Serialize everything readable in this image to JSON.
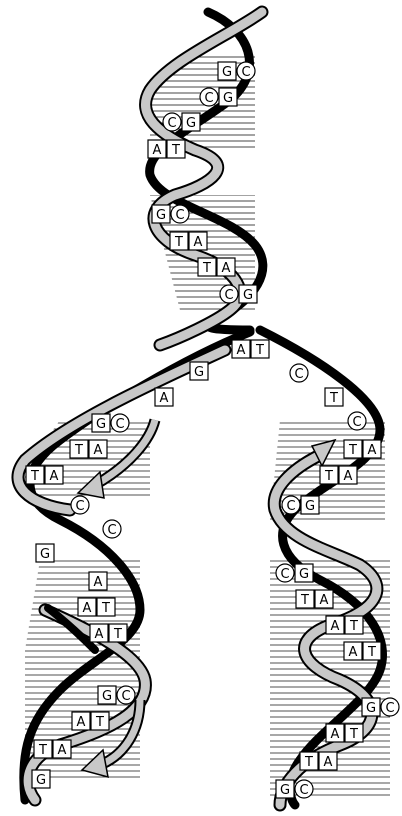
{
  "diagram": {
    "parent_pairs": [
      {
        "l": "G",
        "r": "C"
      },
      {
        "l": "C",
        "r": "G"
      },
      {
        "l": "C",
        "r": "G"
      },
      {
        "l": "A",
        "r": "T"
      },
      {
        "l": "G",
        "r": "C"
      },
      {
        "l": "T",
        "r": "A"
      },
      {
        "l": "T",
        "r": "A"
      },
      {
        "l": "C",
        "r": "G"
      },
      {
        "l": "A",
        "r": "T"
      }
    ],
    "fork_left_bases": [
      "G",
      "A"
    ],
    "fork_right_bases": [
      "C",
      "T",
      "C"
    ],
    "left_pairs": [
      {
        "l": "G",
        "r": "C"
      },
      {
        "l": "T",
        "r": "A"
      },
      {
        "l": "T",
        "r": "A"
      },
      {
        "l": "",
        "r": "C"
      },
      {
        "l": "",
        "r": "C"
      },
      {
        "l": "G",
        "r": ""
      },
      {
        "l": "",
        "r": "A"
      },
      {
        "l": "A",
        "r": "T"
      },
      {
        "l": "A",
        "r": "T"
      },
      {
        "l": "G",
        "r": "C"
      },
      {
        "l": "A",
        "r": "T"
      },
      {
        "l": "T",
        "r": "A"
      },
      {
        "l": "G",
        "r": ""
      }
    ],
    "right_pairs": [
      {
        "l": "T",
        "r": "A"
      },
      {
        "l": "T",
        "r": "A"
      },
      {
        "l": "C",
        "r": "G"
      },
      {
        "l": "C",
        "r": "G"
      },
      {
        "l": "T",
        "r": "A"
      },
      {
        "l": "A",
        "r": "T"
      },
      {
        "l": "A",
        "r": "T"
      },
      {
        "l": "G",
        "r": "C"
      },
      {
        "l": "A",
        "r": "T"
      },
      {
        "l": "T",
        "r": "A"
      },
      {
        "l": "G",
        "r": "C"
      }
    ]
  }
}
